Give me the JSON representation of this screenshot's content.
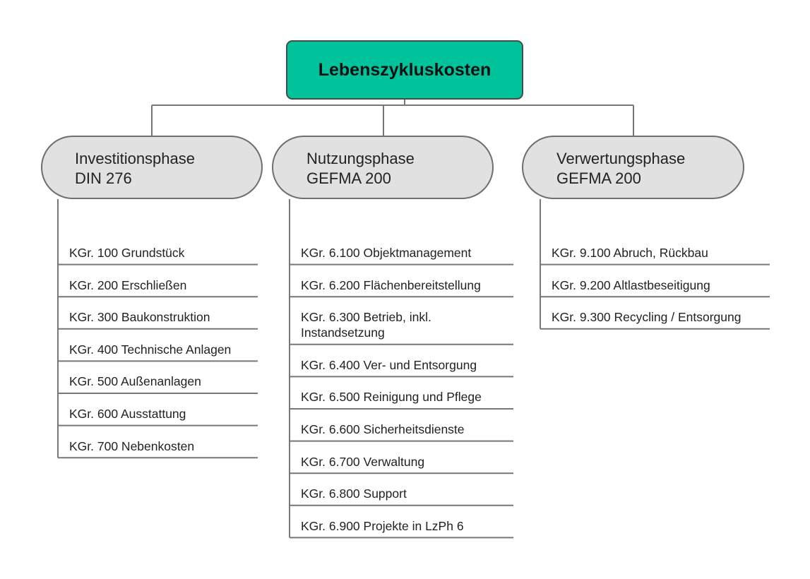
{
  "colors": {
    "root_fill": "#00c39b",
    "phase_fill": "#e1e1e1",
    "line": "#777777"
  },
  "root": {
    "label": "Lebenszykluskosten"
  },
  "phases": [
    {
      "title": "Investitionsphase",
      "standard": "DIN 276",
      "items": [
        "KGr. 100 Grundstück",
        "KGr. 200 Erschließen",
        "KGr. 300 Baukonstruktion",
        "KGr. 400 Technische Anlagen",
        "KGr. 500 Außenanlagen",
        "KGr. 600 Ausstattung",
        "KGr. 700 Nebenkosten"
      ]
    },
    {
      "title": "Nutzungsphase",
      "standard": "GEFMA 200",
      "items": [
        "KGr. 6.100 Objektmanagement",
        "KGr. 6.200 Flächenbereitstellung",
        "KGr. 6.300 Betrieb, inkl.\nInstandsetzung",
        "KGr. 6.400 Ver- und Entsorgung",
        "KGr. 6.500 Reinigung und Pflege",
        "KGr. 6.600 Sicherheitsdienste",
        "KGr. 6.700 Verwaltung",
        "KGr. 6.800 Support",
        "KGr. 6.900 Projekte in LzPh 6"
      ]
    },
    {
      "title": "Verwertungsphase",
      "standard": "GEFMA 200",
      "items": [
        "KGr. 9.100 Abruch, Rückbau",
        "KGr. 9.200 Altlastbeseitigung",
        "KGr. 9.300 Recycling / Entsorgung"
      ]
    }
  ]
}
